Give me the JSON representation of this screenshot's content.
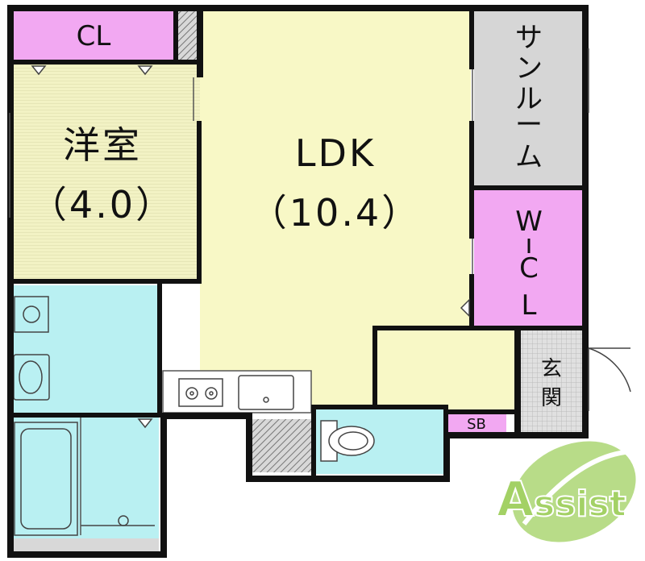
{
  "rooms": {
    "closet": "CL",
    "western_room_name": "洋室",
    "western_room_size": "（4.0）",
    "ldk_name": "LDK",
    "ldk_size": "（10.4）",
    "sunroom": [
      "サ",
      "ン",
      "ル",
      "ー",
      "ム"
    ],
    "walk_in_closet": [
      "W",
      "C",
      "L"
    ],
    "entrance": [
      "玄",
      "関"
    ],
    "shoe_box": "SB"
  },
  "logo": {
    "text_a": "A",
    "text_rest": "ssist"
  },
  "colors": {
    "wall": "#111111",
    "ldk": "#f8f8c6",
    "western_room": "#f2f2c4",
    "closet": "#f2a8f2",
    "wet_area": "#b9f0f2",
    "sunroom": "#d6d6d6",
    "entrance": "#d0d0d0",
    "logo_green": "#8dc63f"
  }
}
